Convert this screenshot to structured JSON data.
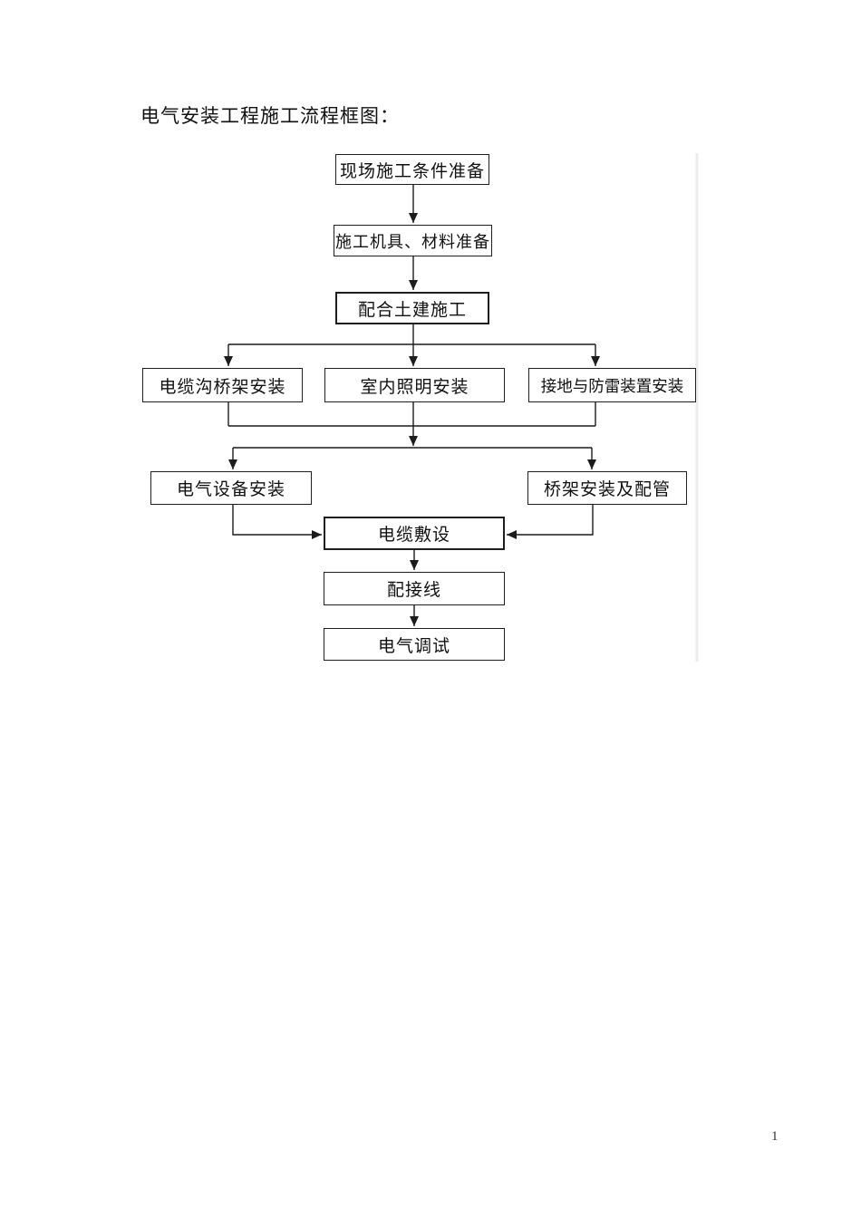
{
  "page": {
    "title": "电气安装工程施工流程框图：",
    "page_number": "1"
  },
  "flowchart": {
    "nodes": {
      "site_prep": "现场施工条件准备",
      "tools_materials": "施工机具、材料准备",
      "civil_work": "配合土建施工",
      "cable_trench_tray": "电缆沟桥架安装",
      "indoor_lighting": "室内照明安装",
      "grounding_lightning": "接地与防雷装置安装",
      "equipment_install": "电气设备安装",
      "tray_install_piping": "桥架安装及配管",
      "cable_laying": "电缆敷设",
      "wiring": "配接线",
      "commissioning": "电气调试"
    },
    "edges": [
      {
        "from": "site_prep",
        "to": "tools_materials"
      },
      {
        "from": "tools_materials",
        "to": "civil_work"
      },
      {
        "from": "civil_work",
        "to": "cable_trench_tray"
      },
      {
        "from": "civil_work",
        "to": "indoor_lighting"
      },
      {
        "from": "civil_work",
        "to": "grounding_lightning"
      },
      {
        "from": "cable_trench_tray",
        "to": "equipment_install"
      },
      {
        "from": "indoor_lighting",
        "to": "equipment_install"
      },
      {
        "from": "grounding_lightning",
        "to": "tray_install_piping"
      },
      {
        "from": "cable_trench_tray",
        "to": "tray_install_piping"
      },
      {
        "from": "equipment_install",
        "to": "cable_laying"
      },
      {
        "from": "tray_install_piping",
        "to": "cable_laying"
      },
      {
        "from": "cable_laying",
        "to": "wiring"
      },
      {
        "from": "wiring",
        "to": "commissioning"
      }
    ],
    "colors": {
      "line": "#1c1c1c",
      "box_border": "#1f1f1f",
      "text": "#000000",
      "canvas_guide": "#ececec",
      "background": "#ffffff"
    }
  }
}
